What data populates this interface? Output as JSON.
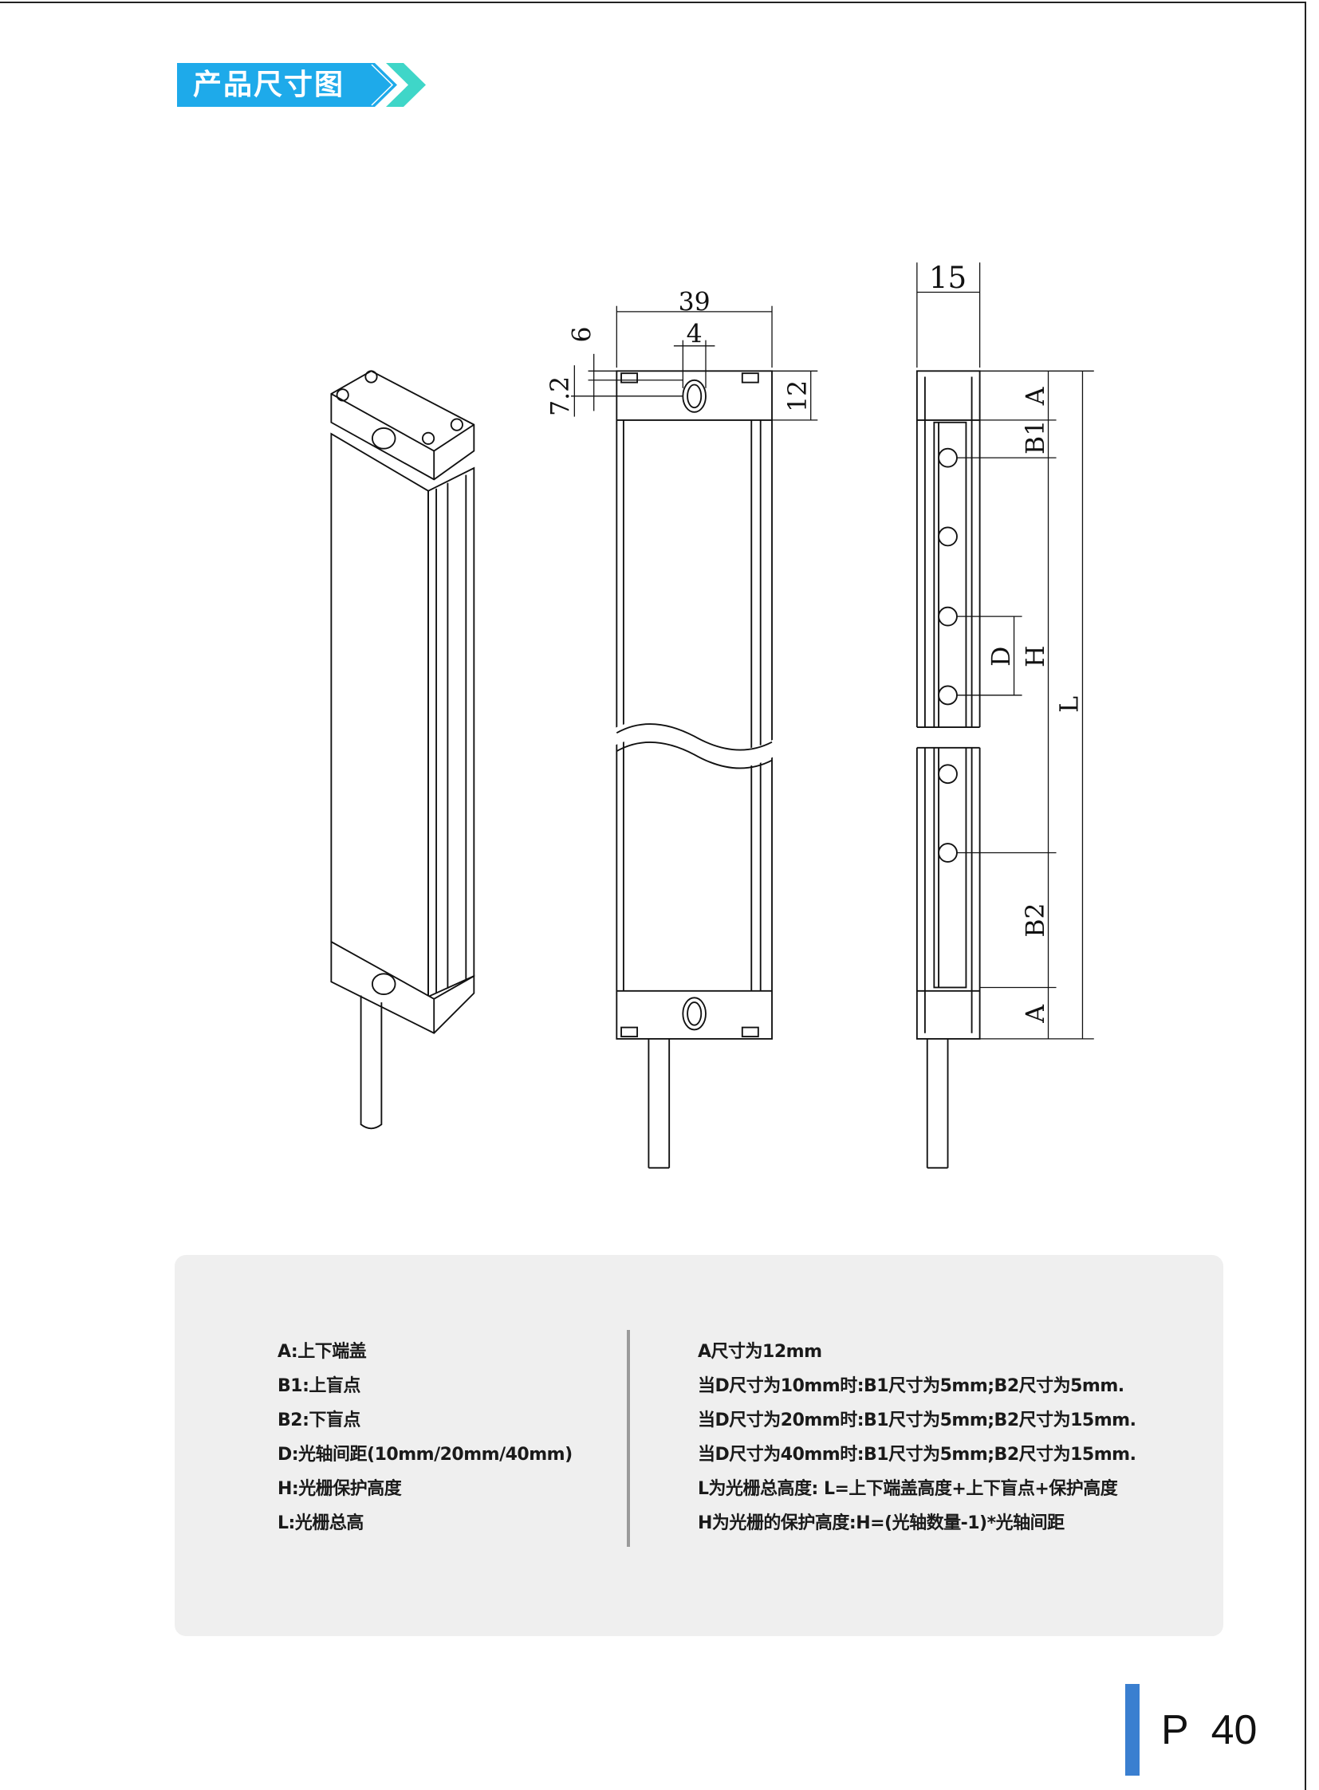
{
  "header": {
    "title": "产品尺寸图"
  },
  "drawing_labels": {
    "front_width": "39",
    "hole_width": "4",
    "hole_offset": "6",
    "hole_center": "7.2",
    "cap_height": "12",
    "side_width": "15",
    "a_top": "A",
    "b1": "B1",
    "d": "D",
    "h": "H",
    "l": "L",
    "b2": "B2",
    "a_bottom": "A"
  },
  "legend": {
    "left": [
      "A:上下端盖",
      "B1:上盲点",
      "B2:下盲点",
      "D:光轴间距(10mm/20mm/40mm)",
      "H:光栅保护高度",
      "L:光栅总高"
    ],
    "right": [
      "A尺寸为12mm",
      "当D尺寸为10mm时:B1尺寸为5mm;B2尺寸为5mm.",
      "当D尺寸为20mm时:B1尺寸为5mm;B2尺寸为15mm.",
      "当D尺寸为40mm时:B1尺寸为5mm;B2尺寸为15mm.",
      "L为光栅总高度: L=上下端盖高度+上下盲点+保护高度",
      "H为光栅的保护高度:H=(光轴数量-1)*光轴间距"
    ]
  },
  "footer": {
    "page": "P  40"
  },
  "colors": {
    "banner": "#1eaaea",
    "banner_arrow": "#3fd6c8",
    "page_bar": "#3a7fd0",
    "box": "#efefef"
  }
}
